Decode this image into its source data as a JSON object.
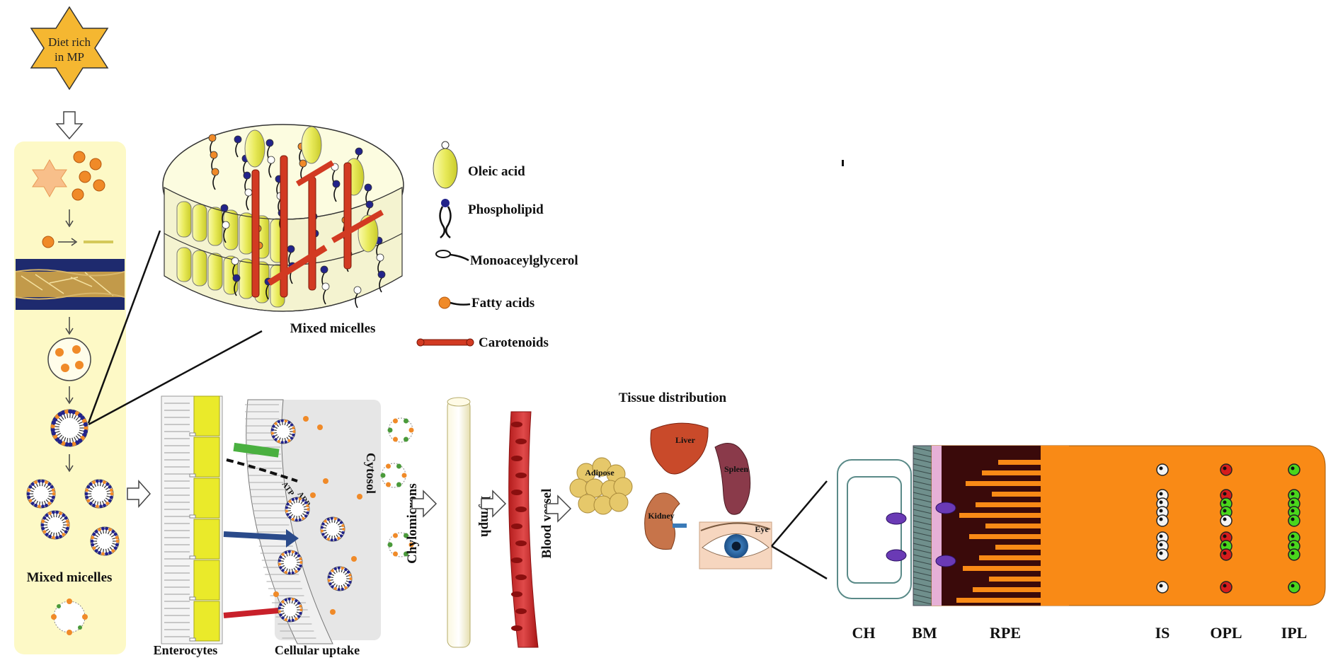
{
  "start": {
    "line1": "Diet rich",
    "line2": "in MP"
  },
  "legend": {
    "oleic_acid": "Oleic acid",
    "phospholipid": "Phospholipid",
    "monoacylglycerol": "Monoaceylglycerol",
    "fatty_acids": "Fatty acids",
    "carotenoids": "Carotenoids"
  },
  "micelle_caption": "Mixed micelles",
  "left_caption": "Mixed micelles",
  "enterocytes": "Enterocytes",
  "cellular_uptake": "Cellular uptake",
  "cytosol": "Cytosol",
  "atp": "ATP",
  "adp": "ADP",
  "chylomicrons": "Chylomicrons",
  "lymph": "Lymph",
  "blood_vessel": "Blood vessel",
  "tissue_title": "Tissue distribution",
  "organs": {
    "adipose": "Adipose",
    "liver": "Liver",
    "spleen": "Spleen",
    "kidney": "Kidney",
    "eye": "Eye"
  },
  "retina_labels": {
    "ch": "CH",
    "bm": "BM",
    "rpe": "RPE",
    "is": "IS",
    "opl": "OPL",
    "ipl": "IPL"
  },
  "colors": {
    "star": "#f5b731",
    "panel": "#fdf9c6",
    "oleic": "#eef07a",
    "phospholipid_head": "#22238a",
    "fatty_acid": "#f08a28",
    "carotenoid": "#d23a22",
    "enterocyte": "#eaea2a",
    "cytosol": "#e6e6e6",
    "rpe": "#3a0a0a",
    "retina": "#f98a16",
    "bm": "#6f8f8c"
  }
}
